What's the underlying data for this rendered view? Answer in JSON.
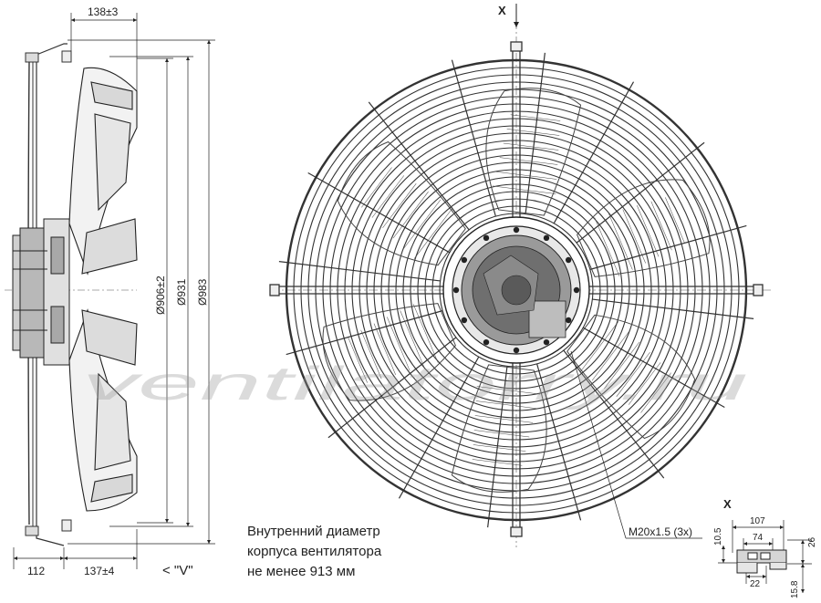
{
  "side_view": {
    "dim_top": "138±3",
    "dim_bottom_left": "112",
    "dim_bottom_right": "137±4",
    "dim_d1": "Ø906±2",
    "dim_d2": "Ø931",
    "dim_d3": "Ø983",
    "view_label": "< \"V\""
  },
  "front_view": {
    "view_label": "X",
    "thread_label": "M20x1.5 (3x)"
  },
  "detail_x": {
    "label": "X",
    "dim_107": "107",
    "dim_74": "74",
    "dim_10_5": "10.5",
    "dim_26": "26",
    "dim_22": "22",
    "dim_15_8": "15.8"
  },
  "note": {
    "line1": "Внутренний диаметр",
    "line2": "корпуса вентилятора",
    "line3": "не менее 913 мм"
  },
  "watermark": "ventilatorry.ru"
}
